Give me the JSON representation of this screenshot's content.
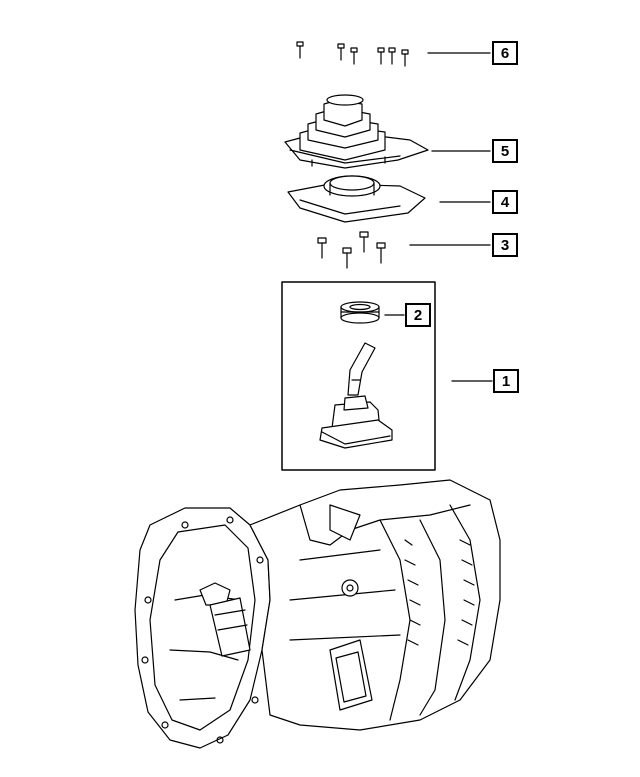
{
  "callouts": [
    {
      "id": "6",
      "label": "6",
      "part": "shift-boot-screws"
    },
    {
      "id": "5",
      "label": "5",
      "part": "shift-boot"
    },
    {
      "id": "4",
      "label": "4",
      "part": "shift-boot-base"
    },
    {
      "id": "3",
      "label": "3",
      "part": "shifter-bolts"
    },
    {
      "id": "2",
      "label": "2",
      "part": "shift-knob-ring"
    },
    {
      "id": "1",
      "label": "1",
      "part": "gear-shifter-assembly"
    }
  ],
  "colors": {
    "line": "#000000",
    "fill": "#ffffff",
    "shade": "#e8e8e8"
  }
}
